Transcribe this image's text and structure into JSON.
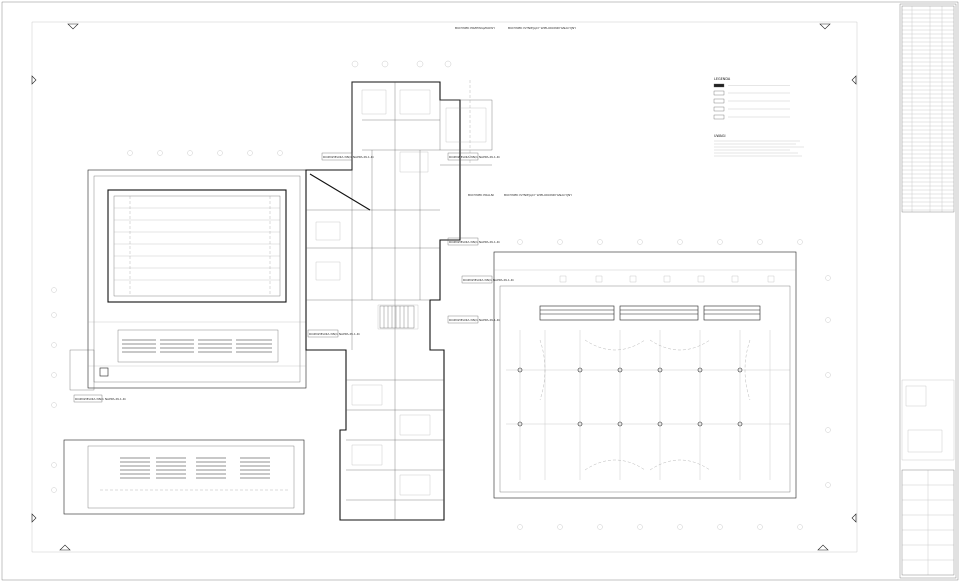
{
  "drawing": {
    "notes_top": [
      "BUDYNEK PRZEWIĄZKOWY",
      "BUDYNEK ISTNIEJĄCY WIELOKONDYGNACYJNY"
    ],
    "notes_mid": [
      "BUDYNEK PRALNI",
      "BUDYNEK ISTNIEJĄCY WIELOKONDYGNACYJNY"
    ],
    "room_tags": [
      "ROZDZIELNIA NN/1 NAPPA-IN-1-Ri",
      "ROZDZIELNIA NN/1 NAPPA-IN-1-Ri",
      "ROZDZIELNIA NN/1 NAPPA-IN-1-Ri",
      "ROZDZIELNIA NN/1 NAPPA-IN-1-Ri",
      "ROZDZIELNIA NN/1 NAPPA-IN-1-Ri",
      "ROZDZIELNIA NN/1 NAPPA-IN-1-Ri"
    ],
    "entrance_tag": "ROZDZIELNIA NN/1 NAPPA-IN-1-Ri",
    "legend_title": "LEGENDA",
    "uwagi_title": "UWAGI"
  },
  "colors": {
    "line": "#222222",
    "paper": "#ffffff"
  }
}
